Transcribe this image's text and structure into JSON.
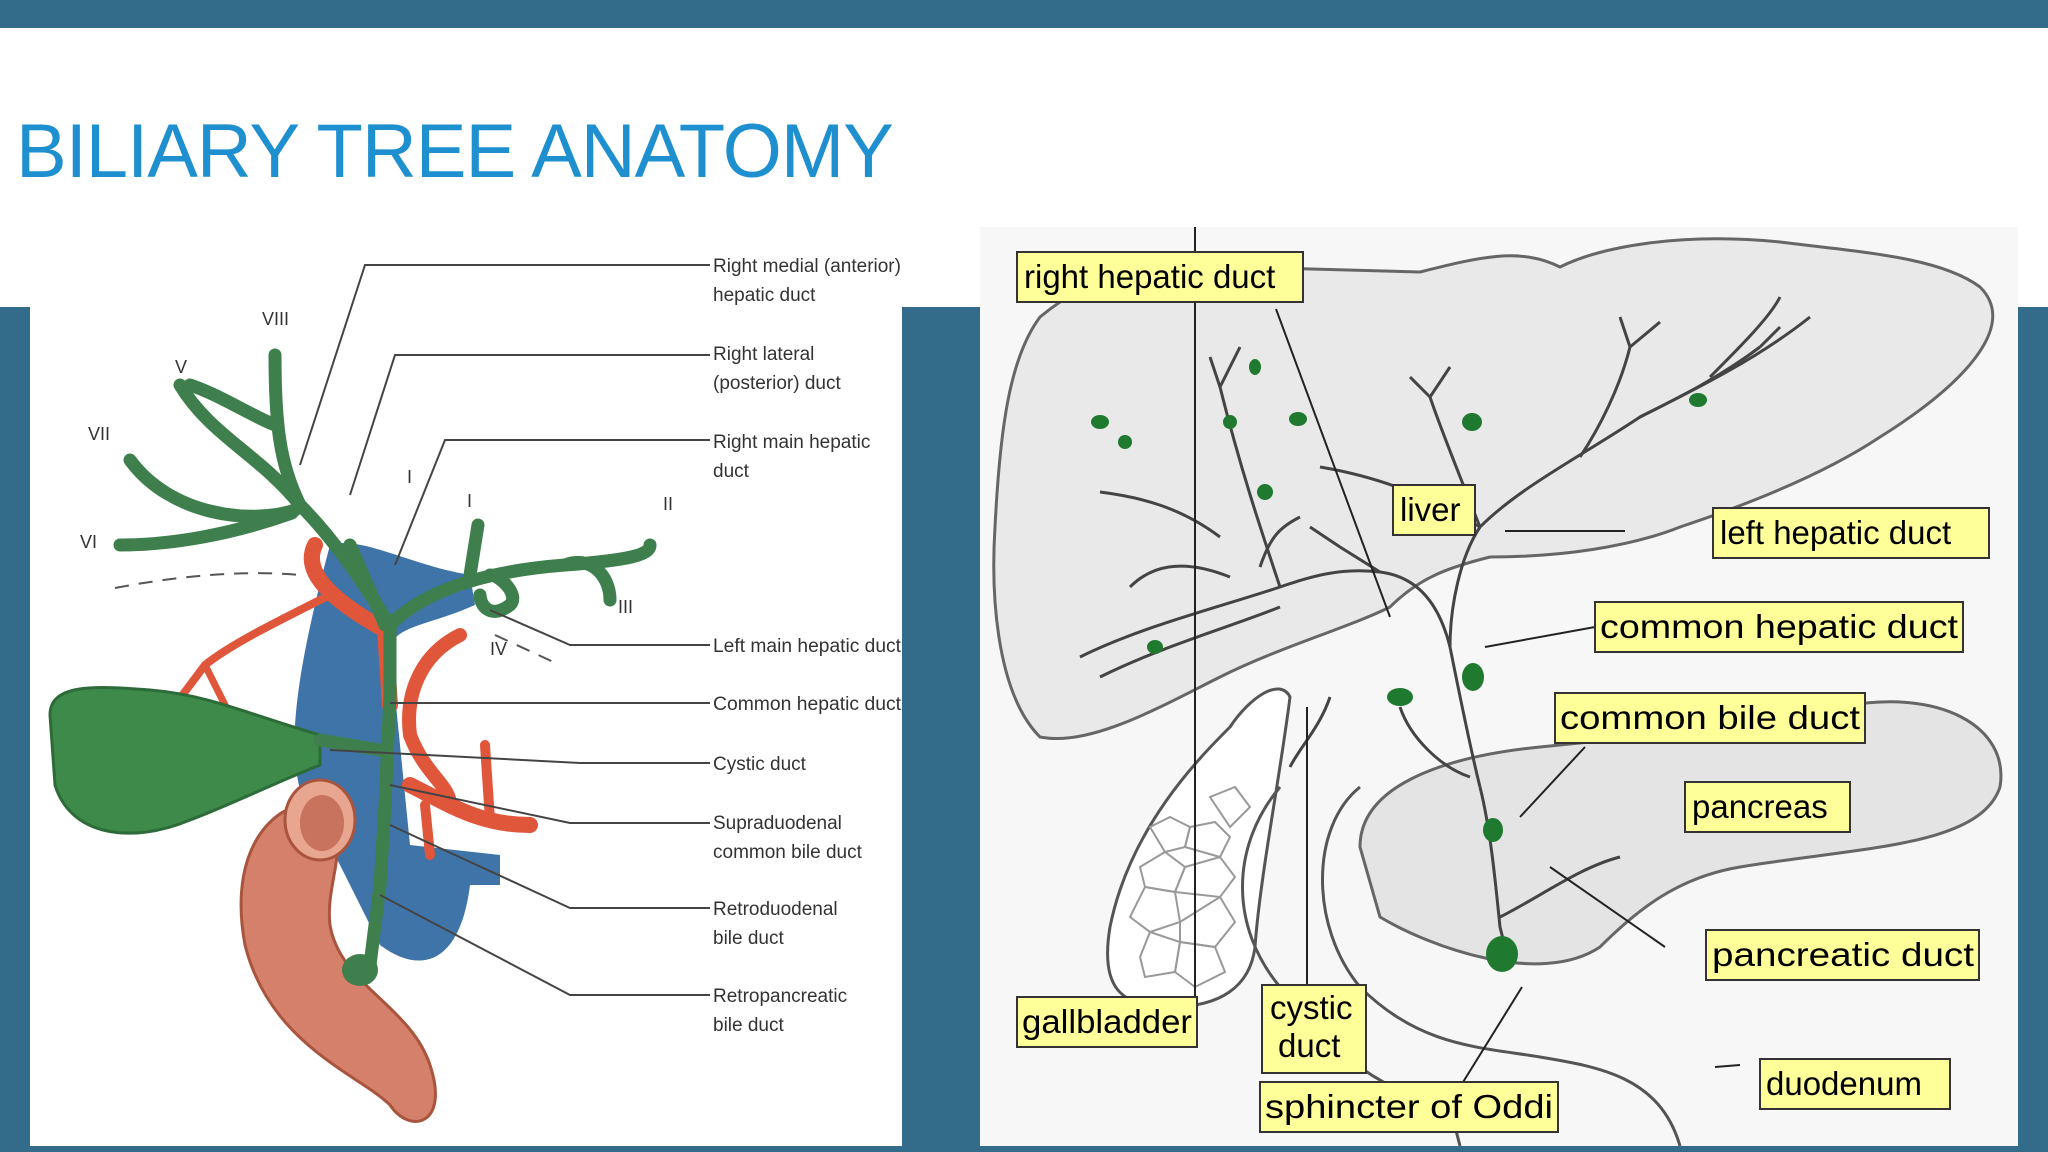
{
  "slide": {
    "title": "BILIARY TREE ANATOMY",
    "colors": {
      "band": "#336b8a",
      "title": "#1e8fcf",
      "duct_green": "#3f7f4d",
      "artery_red": "#e0563a",
      "vein_blue": "#3f74a8",
      "gallbladder_green": "#3d8a4a",
      "duodenum": "#d5806a",
      "label_yellow": "#ffff99"
    }
  },
  "left_diagram": {
    "segments": {
      "viii": "VIII",
      "v": "V",
      "vii": "VII",
      "vi": "VI",
      "i_a": "I",
      "i_b": "I",
      "ii": "II",
      "iii": "III",
      "iv": "IV"
    },
    "labels": {
      "right_medial_1": "Right medial (anterior)",
      "right_medial_2": "hepatic duct",
      "right_lateral_1": "Right lateral",
      "right_lateral_2": "(posterior) duct",
      "right_main_1": "Right main hepatic",
      "right_main_2": "duct",
      "left_main": "Left main hepatic duct",
      "common_hepatic": "Common hepatic duct",
      "cystic": "Cystic duct",
      "supraduodenal_1": "Supraduodenal",
      "supraduodenal_2": "common bile duct",
      "retroduodenal_1": "Retroduodenal",
      "retroduodenal_2": "bile duct",
      "retropancreatic_1": "Retropancreatic",
      "retropancreatic_2": "bile duct"
    }
  },
  "right_diagram": {
    "labels": {
      "right_hepatic": "right hepatic duct",
      "liver": "liver",
      "left_hepatic": "left hepatic duct",
      "common_hepatic": "common hepatic duct",
      "common_bile": "common bile duct",
      "pancreas": "pancreas",
      "pancreatic_duct": "pancreatic duct",
      "gallbladder": "gallbladder",
      "cystic_1": "cystic",
      "cystic_2": "duct",
      "sphincter": "sphincter of Oddi",
      "duodenum": "duodenum"
    }
  }
}
